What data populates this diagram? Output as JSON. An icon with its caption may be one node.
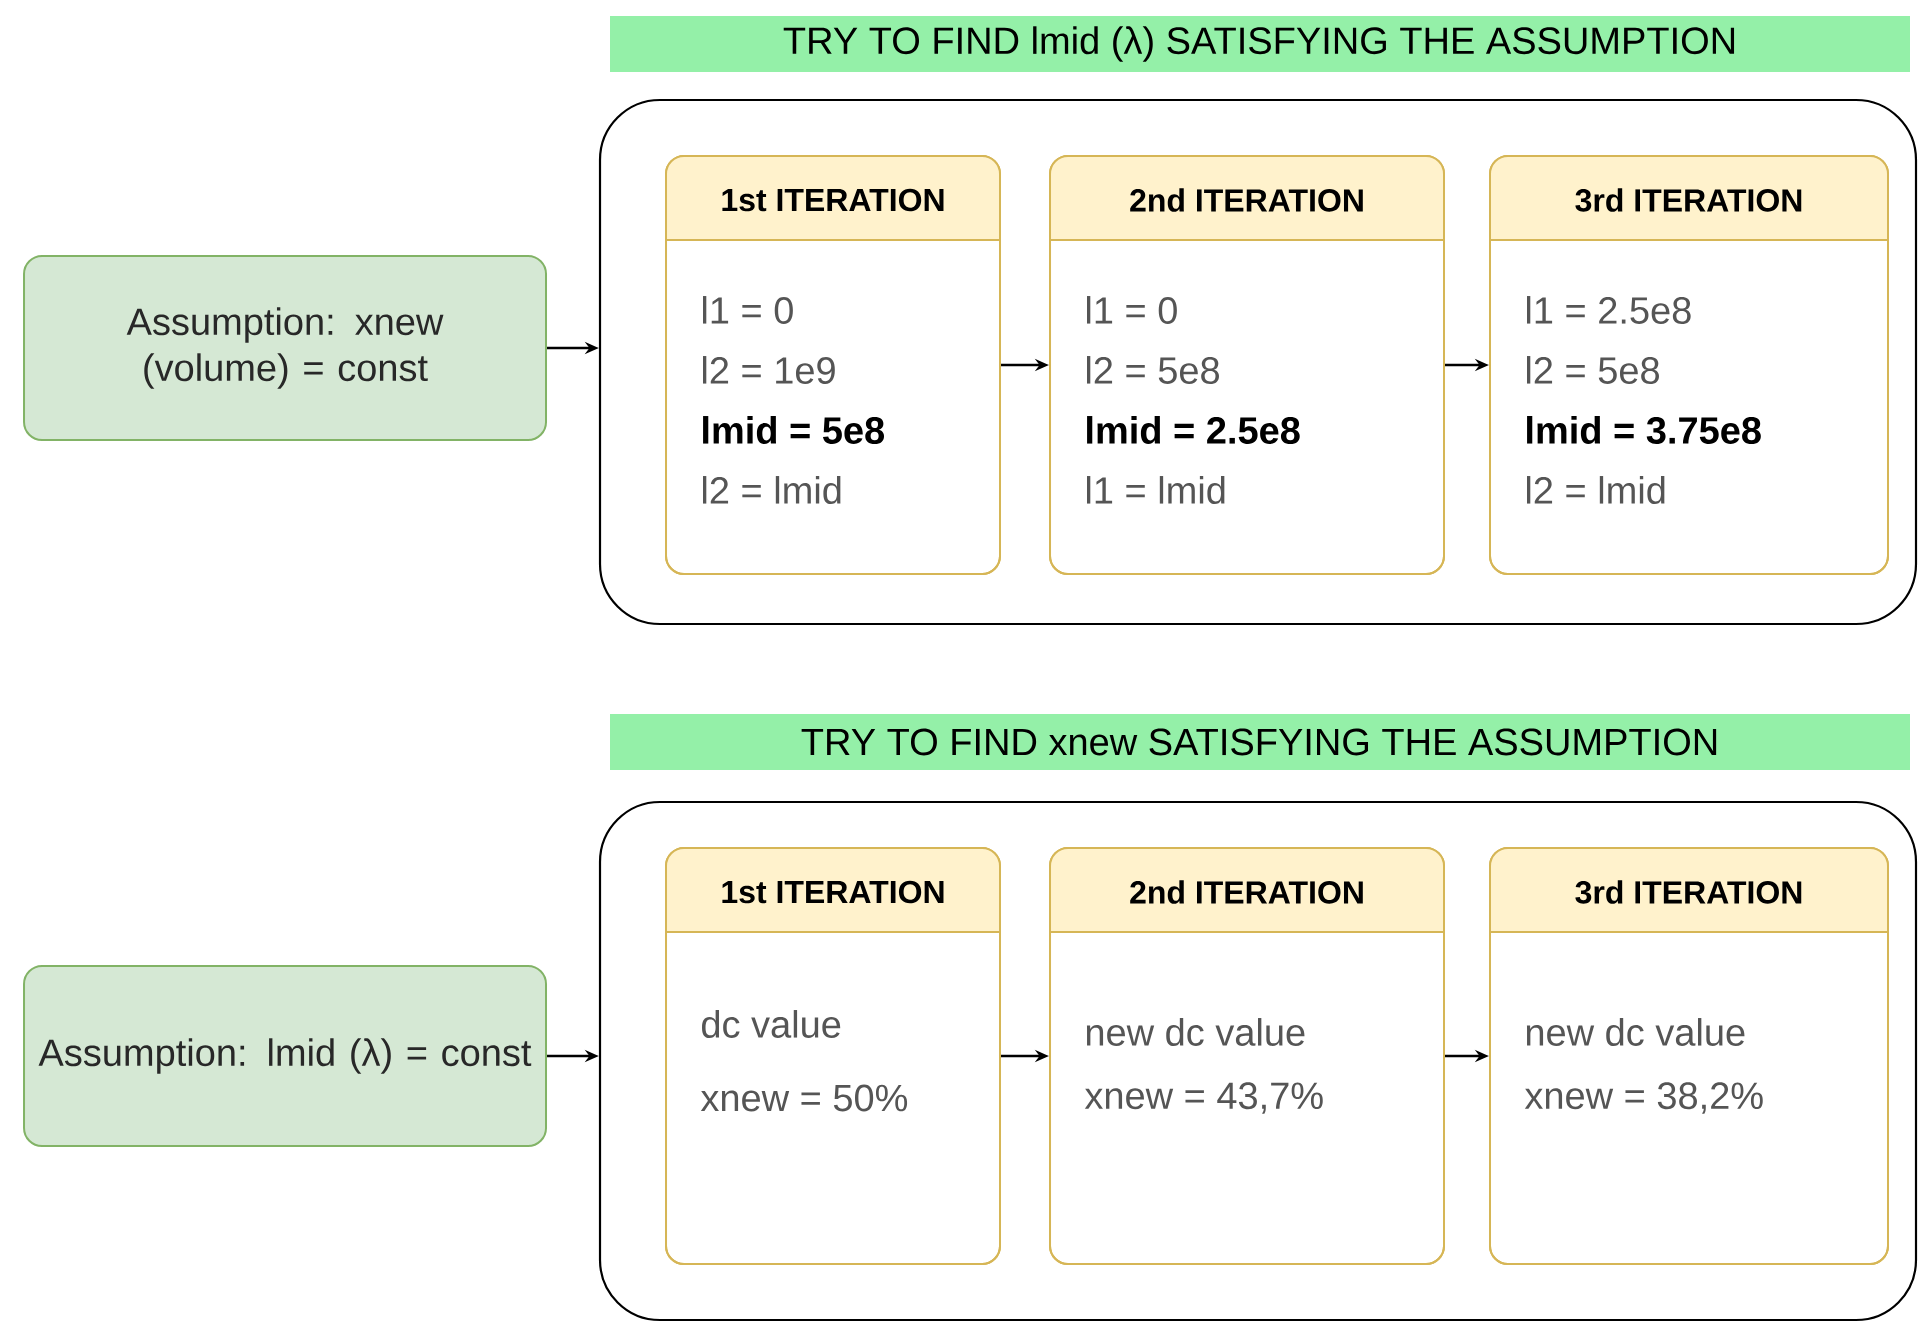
{
  "diagram": {
    "nodes": [
      {
        "text": [
          "TRY TO FIND lmid (λ) SATISFYING THE ASSUMPTION"
        ]
      },
      {
        "text": [
          "Assumption: xnew (volume) = const"
        ]
      },
      {
        "text": [],
        "shape": "box"
      },
      {
        "text": [
          "1st ITERATION",
          "l1 = 0",
          "l2 = 1e9",
          "lmid = 5e8",
          "l2 = lmid"
        ],
        "in": 2
      },
      {
        "text": [
          "2nd ITERATION",
          "l1 = 0",
          "l2 = 5e8",
          "lmid = 2.5e8",
          "l1 = lmid"
        ],
        "in": 2
      },
      {
        "text": [
          "3rd ITERATION",
          "l1 = 2.5e8",
          "l2 = 5e8",
          "lmid = 3.75e8",
          "l2 = lmid"
        ],
        "in": 2
      },
      {
        "text": [
          "TRY TO FIND xnew  SATISFYING THE ASSUMPTION"
        ]
      },
      {
        "text": [
          "Assumption: lmid (λ) = const"
        ]
      },
      {
        "text": [],
        "shape": "box"
      },
      {
        "text": [
          "1st ITERATION",
          "dc value",
          "xnew = 50%"
        ],
        "in": 8
      },
      {
        "text": [
          "2nd ITERATION",
          "new dc value",
          "xnew = 43,7%"
        ],
        "in": 8
      },
      {
        "text": [
          "3rd ITERATION",
          "new dc value",
          "xnew = 38,2%"
        ],
        "in": 8
      }
    ],
    "edges": [
      {
        "from": 1,
        "to": 2,
        "arrow": "to"
      },
      {
        "from": 3,
        "to": 4,
        "arrow": "to"
      },
      {
        "from": 4,
        "to": 5,
        "arrow": "to"
      },
      {
        "from": 7,
        "to": 8,
        "arrow": "to"
      },
      {
        "from": 9,
        "to": 10,
        "arrow": "to"
      },
      {
        "from": 10,
        "to": 11,
        "arrow": "to"
      }
    ]
  }
}
